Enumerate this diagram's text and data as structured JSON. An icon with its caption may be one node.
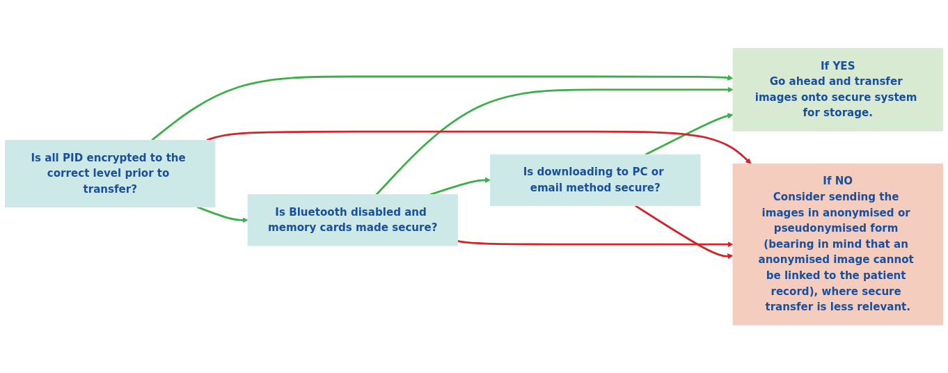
{
  "diagram": {
    "nodes": [
      {
        "text": [
          "If YES",
          "Go ahead and transfer images onto secure system for storage."
        ]
      },
      {
        "text": [
          "Is all PID encrypted to the correct level prior to transfer?"
        ]
      },
      {
        "text": [
          "Is Bluetooth disabled and memory cards made secure?"
        ]
      },
      {
        "text": [
          "Is downloading to PC or email method secure?"
        ]
      },
      {
        "text": [
          "If NO",
          "Consider sending the images in anonymised or pseudonymised form (bearing in mind that an anonymised image cannot be linked to the patient record), where secure transfer is less relevant."
        ]
      }
    ],
    "edges": [
      {
        "from": 1,
        "to": 2,
        "arrow": "to"
      },
      {
        "from": 2,
        "to": 3,
        "arrow": "to"
      },
      {
        "from": 1,
        "to": 0,
        "arrow": "to"
      },
      {
        "from": 2,
        "to": 0,
        "arrow": "to"
      },
      {
        "from": 3,
        "to": 0,
        "arrow": "to"
      },
      {
        "from": 1,
        "to": 4,
        "arrow": "to",
        "color": "#d2232a"
      },
      {
        "from": 2,
        "to": 4,
        "arrow": "to",
        "color": "#d2232a"
      },
      {
        "from": 3,
        "to": 4,
        "arrow": "to",
        "color": "#d2232a"
      }
    ]
  }
}
